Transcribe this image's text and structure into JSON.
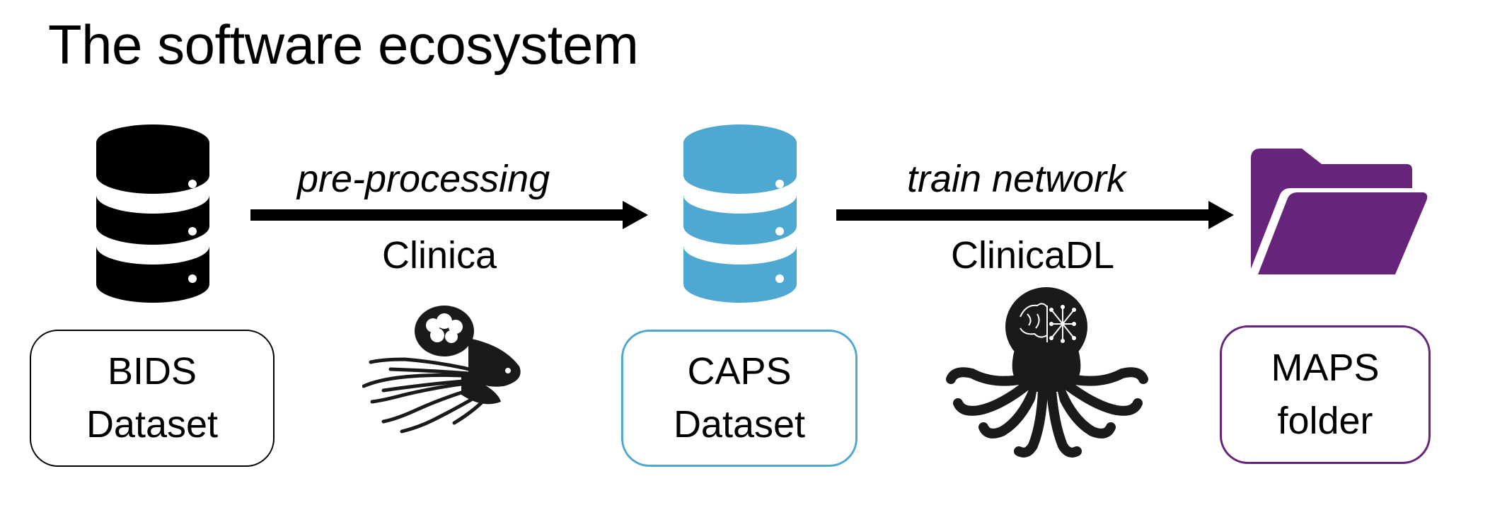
{
  "title": "The software ecosystem",
  "colors": {
    "bids": "#000000",
    "caps": "#4fa8d1",
    "maps": "#66257a",
    "arrow": "#000000"
  },
  "nodes": [
    {
      "id": "bids",
      "icon": "database-icon",
      "line1": "BIDS",
      "line2": "Dataset"
    },
    {
      "id": "caps",
      "icon": "database-icon",
      "line1": "CAPS",
      "line2": "Dataset"
    },
    {
      "id": "maps",
      "icon": "folder-open-icon",
      "line1": "MAPS",
      "line2": "folder"
    }
  ],
  "edges": [
    {
      "from": "bids",
      "to": "caps",
      "step": "pre-processing",
      "tool": "Clinica",
      "logo": "clinica-octopus-logo"
    },
    {
      "from": "caps",
      "to": "maps",
      "step": "train network",
      "tool": "ClinicaDL",
      "logo": "clinicadl-octopus-logo"
    }
  ]
}
